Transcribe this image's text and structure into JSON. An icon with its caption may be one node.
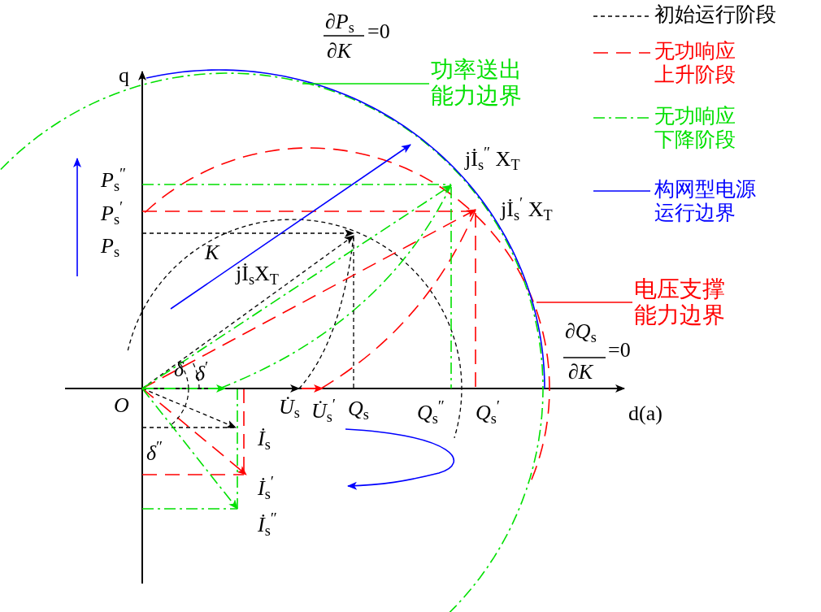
{
  "diagram": {
    "nodes": [
      {
        "text": [
          "功率送出能力边界"
        ]
      },
      {
        "text": [
          "电压支撑能力边界"
        ]
      }
    ],
    "edges": [
      {
        "from": 0,
        "to": null,
        "arrow": "none",
        "color": "#00e000"
      },
      {
        "from": 1,
        "to": null,
        "arrow": "none",
        "color": "#ff0000"
      }
    ],
    "labels": [
      "∂*P*$_{s}$",
      "∂*K*",
      "=0",
      "q",
      "*P*$_{s}$$^{″}$",
      "jİ$_{s}$$^{″}$ X$_{T}$",
      "*P*$_{s}$$^{′}$",
      "jİ$_{s}$$^{′}$ X$_{T}$",
      "*P*$_{s}$",
      "*K*",
      "jİ$_{s}$X$_{T}$",
      "∂*Q*$_{s}$",
      "∂*K*",
      "=0",
      "*δ*",
      "*δ*$^{′}$",
      "*O*",
      "*U̇*$_{s}$",
      "*U̇*$_{s}$$^{′}$",
      "*Q*$_{s}$",
      "*Q*$_{s}$$^{″}$",
      "*Q*$_{s}$$^{′}$",
      "d(a)",
      "*İ*$_{s}$",
      "*δ*$^{″}$",
      "*İ*$_{s}$$^{′}$",
      "*İ*$_{s}$$^{″}$"
    ],
    "legend": [
      {
        "text": "初始运行阶段"
      },
      {
        "text": "无功响应上升阶段"
      },
      {
        "text": "无功响应下降阶段"
      },
      {
        "text": "构网型电源运行边界"
      }
    ]
  }
}
